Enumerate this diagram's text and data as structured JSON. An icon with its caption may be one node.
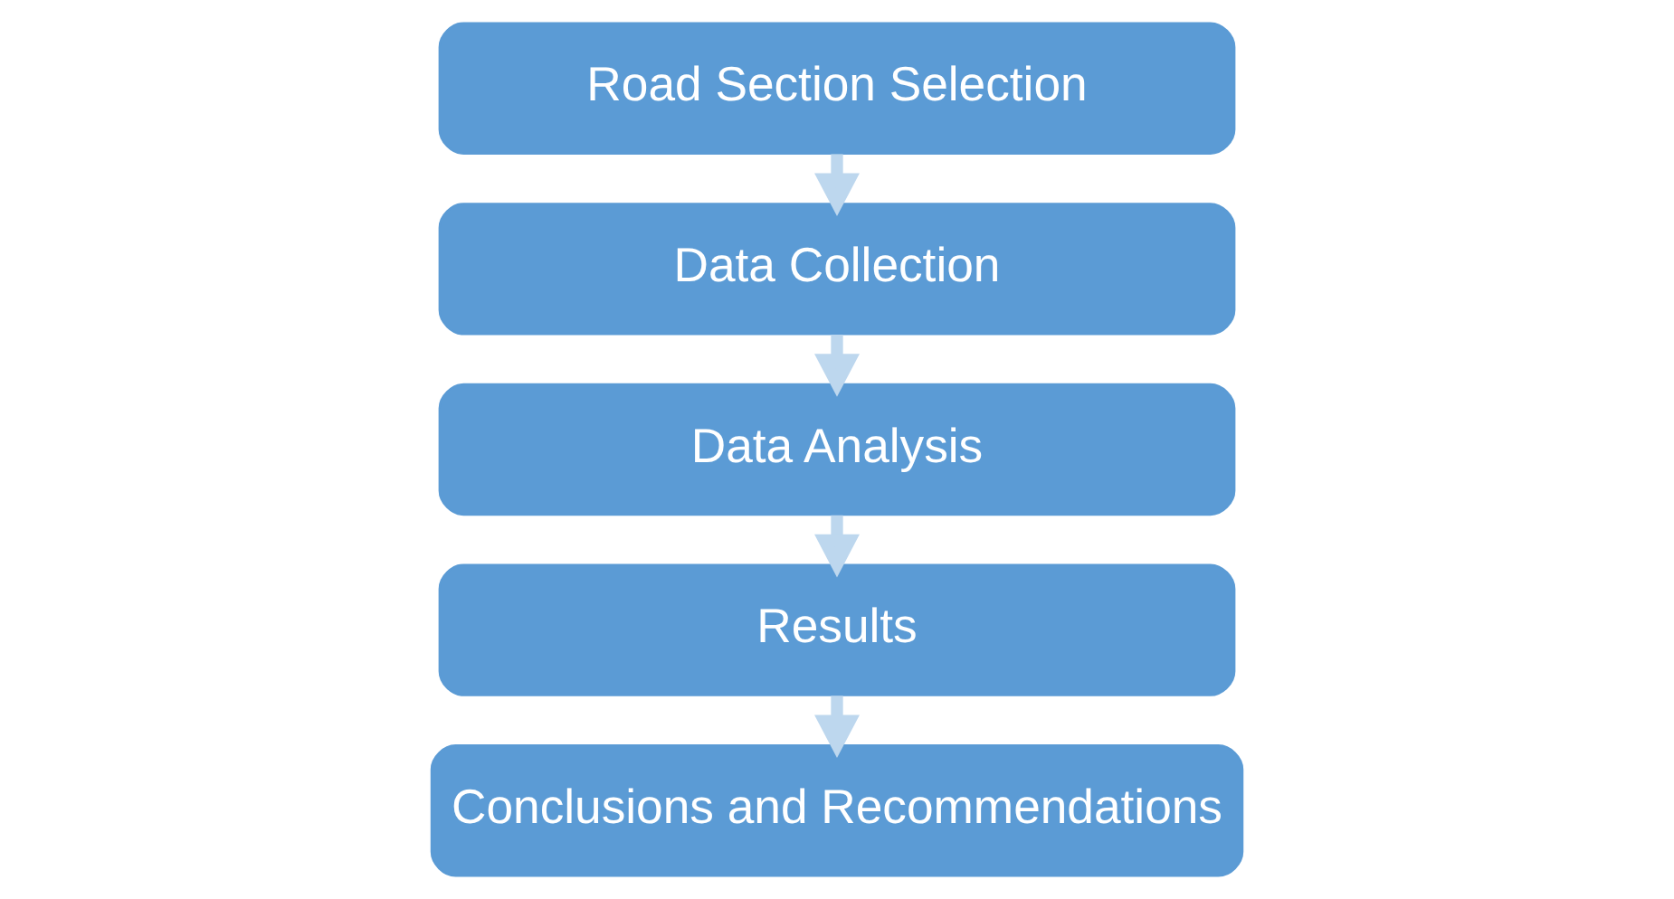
{
  "diagram": {
    "nodes": [
      {
        "text": [
          "Road Section Selection"
        ]
      },
      {
        "text": [
          "Data Collection"
        ]
      },
      {
        "text": [
          "Data Analysis"
        ]
      },
      {
        "text": [
          "Results"
        ]
      },
      {
        "text": [
          "Conclusions and Recommendations"
        ]
      }
    ],
    "edges": [
      {
        "from": 0,
        "to": 1,
        "arrow": "to"
      },
      {
        "from": 1,
        "to": 2,
        "arrow": "to"
      },
      {
        "from": 2,
        "to": 3,
        "arrow": "to"
      },
      {
        "from": 3,
        "to": 4,
        "arrow": "to"
      }
    ]
  }
}
